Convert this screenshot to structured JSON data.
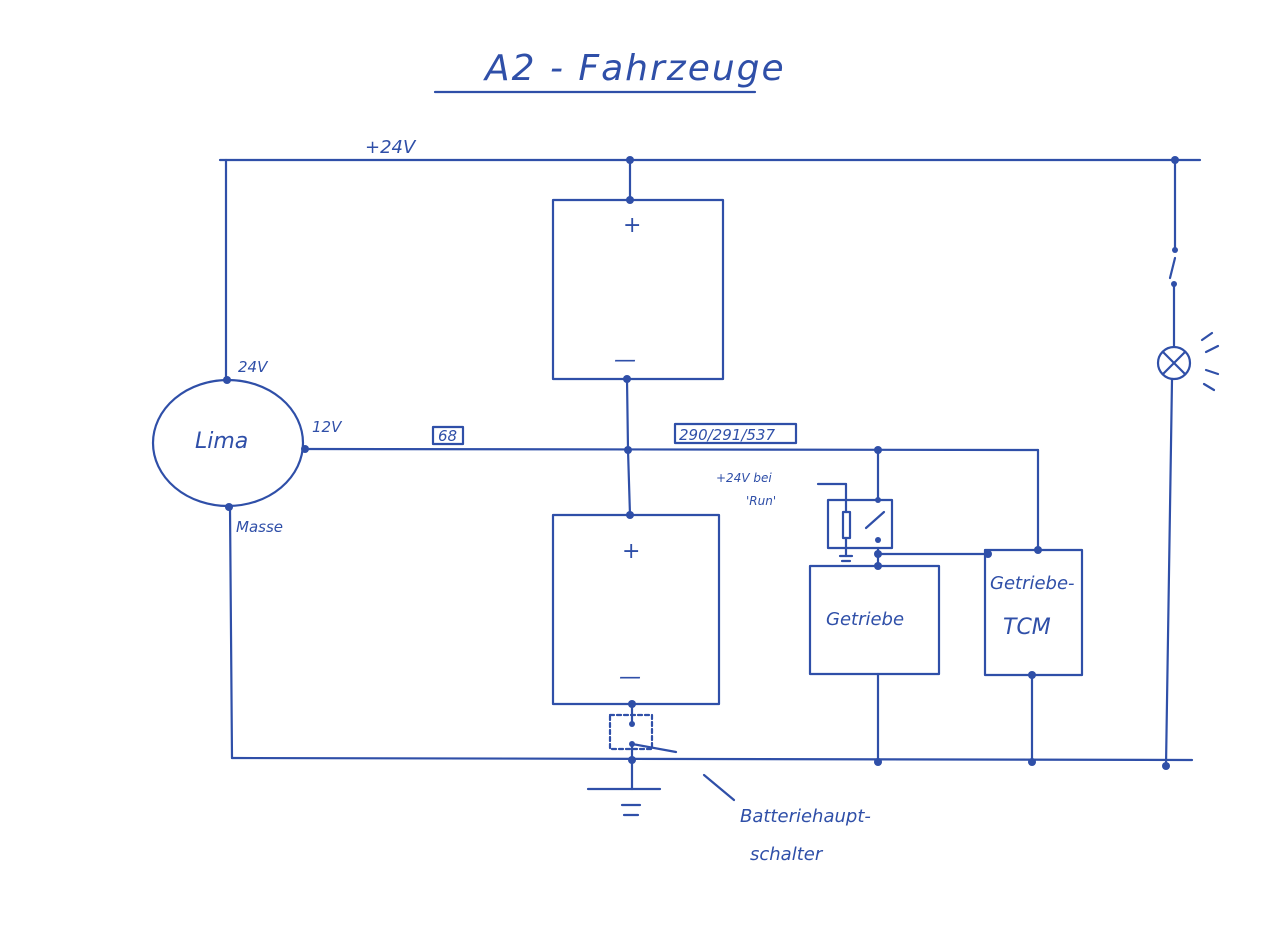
{
  "title": "A2 - Fahrzeuge",
  "labels": {
    "supply_24v": "+24V",
    "lima_24v": "24V",
    "lima_12v": "12V",
    "lima": "Lima",
    "masse": "Masse",
    "battery_top_plus": "+",
    "battery_top_minus": "—",
    "battery_bottom_plus": "+",
    "battery_bottom_minus": "—",
    "wire_68": "68",
    "wire_290": "290/291/537",
    "relay_note_line1": "+24V bei",
    "relay_note_line2": "'Run'",
    "getriebe": "Getriebe",
    "tcm_line1": "Getriebe-",
    "tcm_line2": "TCM",
    "switch_line1": "Batteriehaupt-",
    "switch_line2": "schalter"
  },
  "colors": {
    "ink": "#2f4fa8",
    "paper": "#ffffff"
  }
}
